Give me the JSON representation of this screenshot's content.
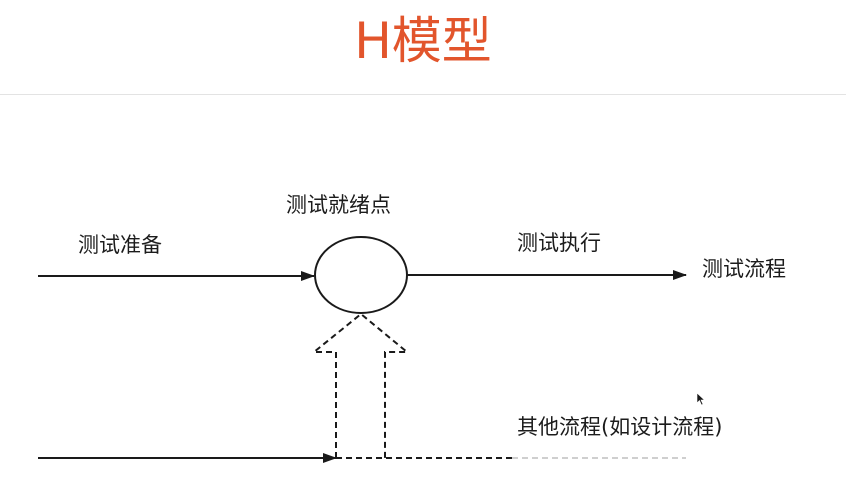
{
  "slide": {
    "title": "H模型"
  },
  "diagram": {
    "ready_point_label": "测试就绪点",
    "test_prep_label": "测试准备",
    "test_exec_label": "测试执行",
    "test_flow_label": "测试流程",
    "other_flow_label": "其他流程(如设计流程)"
  },
  "colors": {
    "title": "#e2552c",
    "lines": "#1a1a1a"
  }
}
